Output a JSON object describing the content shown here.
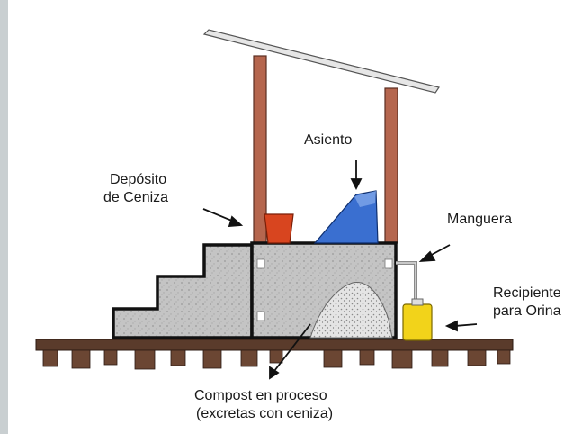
{
  "labels": {
    "asiento": "Asiento",
    "deposito_line1": "Depósito",
    "deposito_line2": "de Ceniza",
    "manguera": "Manguera",
    "recipiente_line1": "Recipiente",
    "recipiente_line2": "para Orina",
    "compost_line1": "Compost en proceso",
    "compost_line2": "(excretas con ceniza)"
  },
  "colors": {
    "background": "#c9cfd1",
    "wood": "#b5664e",
    "seat": "#3a6fd0",
    "ash_bucket": "#d8451f",
    "urine": "#f2d31a",
    "soil": "#5a3b2b",
    "concrete": "#bdbdbd"
  }
}
